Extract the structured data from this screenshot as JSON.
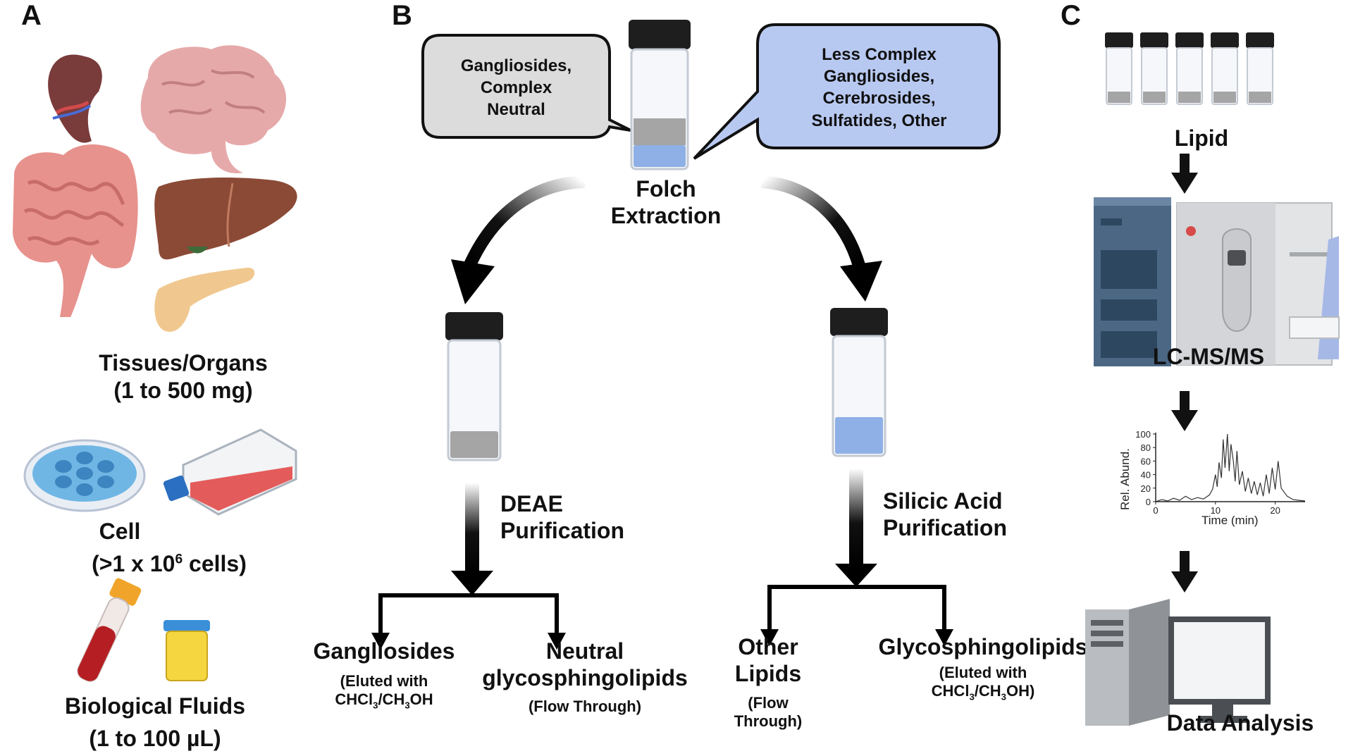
{
  "panels": {
    "a": "A",
    "b": "B",
    "c": "C"
  },
  "panel_a": {
    "tissues_title": "Tissues/Organs",
    "tissues_amount": "(1 to 500 mg)",
    "cell_title": "Cell",
    "cell_amount_prefix": "(>1 x 10",
    "cell_amount_exp": "6",
    "cell_amount_suffix": " cells)",
    "fluids_title": "Biological Fluids",
    "fluids_amount": "(1 to 100 µL)"
  },
  "panel_b": {
    "bubble_left": [
      "Gangliosides,",
      "Complex",
      "Neutral"
    ],
    "bubble_right": [
      "Less Complex",
      "Gangliosides,",
      "Cerebrosides,",
      "Sulfatides, Other"
    ],
    "folch": [
      "Folch",
      "Extraction"
    ],
    "deae": [
      "DEAE",
      "Purification"
    ],
    "silicic": [
      "Silicic Acid",
      "Purification"
    ],
    "gangliosides": "Gangliosides",
    "eluted_left_1": "(Eluted with",
    "eluted_left_2": "CHCl3/CH3OH",
    "neutral_1": "Neutral",
    "neutral_2": "glycosphingolipids",
    "flow_through": "(Flow Through)",
    "other_lipids": [
      "Other",
      "Lipids"
    ],
    "other_flow": [
      "(Flow",
      "Through)"
    ],
    "glyco": "Glycosphingolipids",
    "eluted_right_1": "(Eluted with",
    "eluted_right_2": "CHCl3/CH3OH)"
  },
  "panel_c": {
    "lipid": "Lipid",
    "lcms": "LC-MS/MS",
    "data_analysis": "Data Analysis",
    "chart_ylabel": "Rel. Abund.",
    "chart_xlabel": "Time (min)",
    "chart_yticks": [
      "0",
      "20",
      "40",
      "60",
      "80",
      "100"
    ],
    "chart_xticks": [
      "0",
      "10",
      "20"
    ]
  },
  "colors": {
    "aqueous_gray": "#a5a5a5",
    "organic_blue": "#8fb0e6",
    "bubble_left_fill": "#dcdcdc",
    "bubble_right_fill": "#b8c9f1",
    "cap": "#1e1e1e"
  },
  "chart_data": {
    "type": "line",
    "xlabel": "Time (min)",
    "ylabel": "Rel. Abund.",
    "xlim": [
      0,
      25
    ],
    "ylim": [
      0,
      100
    ],
    "x": [
      0,
      1,
      2,
      3,
      4,
      5,
      6,
      7,
      8,
      9,
      9.5,
      10,
      10.3,
      10.6,
      11,
      11.3,
      11.6,
      12,
      12.3,
      12.6,
      13,
      13.3,
      13.6,
      14,
      14.5,
      15,
      15.5,
      16,
      16.5,
      17,
      17.5,
      18,
      18.5,
      19,
      19.5,
      20,
      20.5,
      21,
      22,
      23,
      24,
      25
    ],
    "y": [
      0,
      3,
      1,
      5,
      2,
      8,
      3,
      6,
      4,
      10,
      18,
      40,
      22,
      58,
      35,
      92,
      50,
      100,
      45,
      85,
      60,
      30,
      75,
      25,
      45,
      15,
      35,
      12,
      30,
      10,
      28,
      8,
      40,
      12,
      50,
      18,
      60,
      20,
      8,
      3,
      2,
      1
    ]
  }
}
